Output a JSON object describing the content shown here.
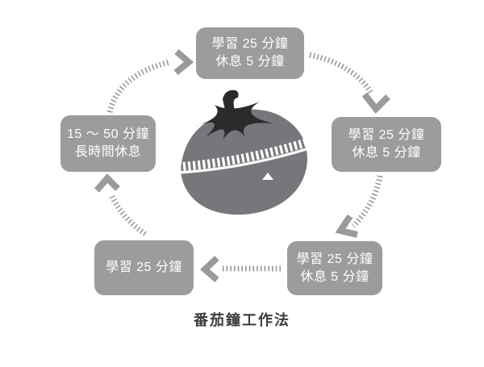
{
  "title": "番茄鐘工作法",
  "nodes": {
    "top": {
      "lines": [
        "學習 25 分鐘",
        "休息 5 分鐘"
      ]
    },
    "right": {
      "lines": [
        "學習 25 分鐘",
        "休息 5 分鐘"
      ]
    },
    "bottom_right": {
      "lines": [
        "學習 25 分鐘",
        "休息 5 分鐘"
      ]
    },
    "bottom_left": {
      "lines": [
        "學習 25 分鐘"
      ]
    },
    "left": {
      "lines": [
        "15 ～ 50 分鐘",
        "長時間休息"
      ]
    }
  },
  "center": {
    "icon": "tomato-timer"
  },
  "colors": {
    "background": "#ffffff",
    "node_fill": "#9c9c9e",
    "node_text": "#ffffff",
    "arrow": "#9a9a9c",
    "tomato_body": "#76777a",
    "tomato_stem": "#2b2b2d",
    "timer_scale": "#ffffff",
    "title_text": "#3c3c3e"
  }
}
